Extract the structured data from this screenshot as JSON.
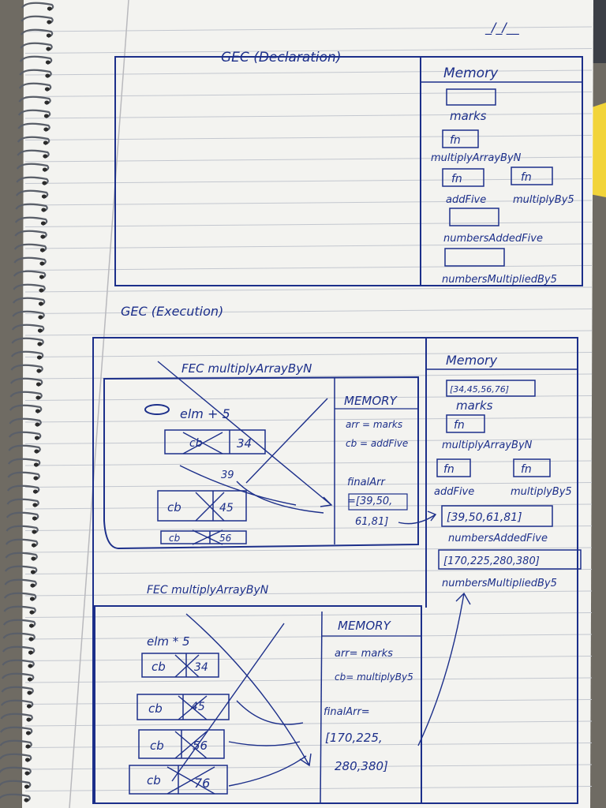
{
  "page": {
    "date_mark": "_/_/__",
    "paper_color": "#f3f3f0",
    "ink_color": "#1c2f8a",
    "rule_color": "#c3c7cf",
    "margin_color": "#b9b9bd",
    "sticky_note_color": "#f2d43a"
  },
  "gec_declaration": {
    "title": "GEC (Declaration)",
    "memory": {
      "heading": "Memory",
      "slots": [
        {
          "value": "",
          "label": "marks"
        },
        {
          "value": "fn",
          "label": "multiplyArrayByN"
        },
        {
          "value": "fn",
          "label": "addFive"
        },
        {
          "value": "fn",
          "label": "multiplyBy5"
        },
        {
          "value": "",
          "label": "numbersAddedFive"
        },
        {
          "value": "",
          "label": "numbersMultipliedBy5"
        }
      ]
    }
  },
  "gec_execution": {
    "title": "GEC (Execution)",
    "memory": {
      "heading": "Memory",
      "slots": [
        {
          "value": "[34,45,56,76]",
          "label": "marks"
        },
        {
          "value": "fn",
          "label": "multiplyArrayByN"
        },
        {
          "value": "fn",
          "label": "addFive"
        },
        {
          "value": "fn",
          "label": "multiplyBy5"
        },
        {
          "value": "[39,50,61,81]",
          "label": "numbersAddedFive"
        },
        {
          "value": "[170,225,280,380]",
          "label": "numbersMultipliedBy5"
        }
      ]
    },
    "fec_add": {
      "title": "FEC multiplyArrayByN",
      "expression": "elm + 5",
      "calls": [
        {
          "fn": "cb",
          "arg": "34"
        },
        {
          "fn": "cb",
          "arg": "45"
        },
        {
          "fn": "cb",
          "arg": "56"
        }
      ],
      "result_value": "39",
      "memory": {
        "heading": "MEMORY",
        "lines": [
          "arr = marks",
          "cb = addFive",
          "finalArr",
          "=[39,50,",
          "61,81]"
        ]
      }
    },
    "fec_multiply": {
      "title": "FEC multiplyArrayByN",
      "expression": "elm * 5",
      "calls": [
        {
          "fn": "cb",
          "arg": "34"
        },
        {
          "fn": "cb",
          "arg": "45"
        },
        {
          "fn": "cb",
          "arg": "56"
        },
        {
          "fn": "cb",
          "arg": "76"
        }
      ],
      "memory": {
        "heading": "MEMORY",
        "lines": [
          "arr= marks",
          "cb= multiplyBy5",
          "finalArr=",
          "[170,225,",
          "280,380]"
        ]
      }
    }
  }
}
